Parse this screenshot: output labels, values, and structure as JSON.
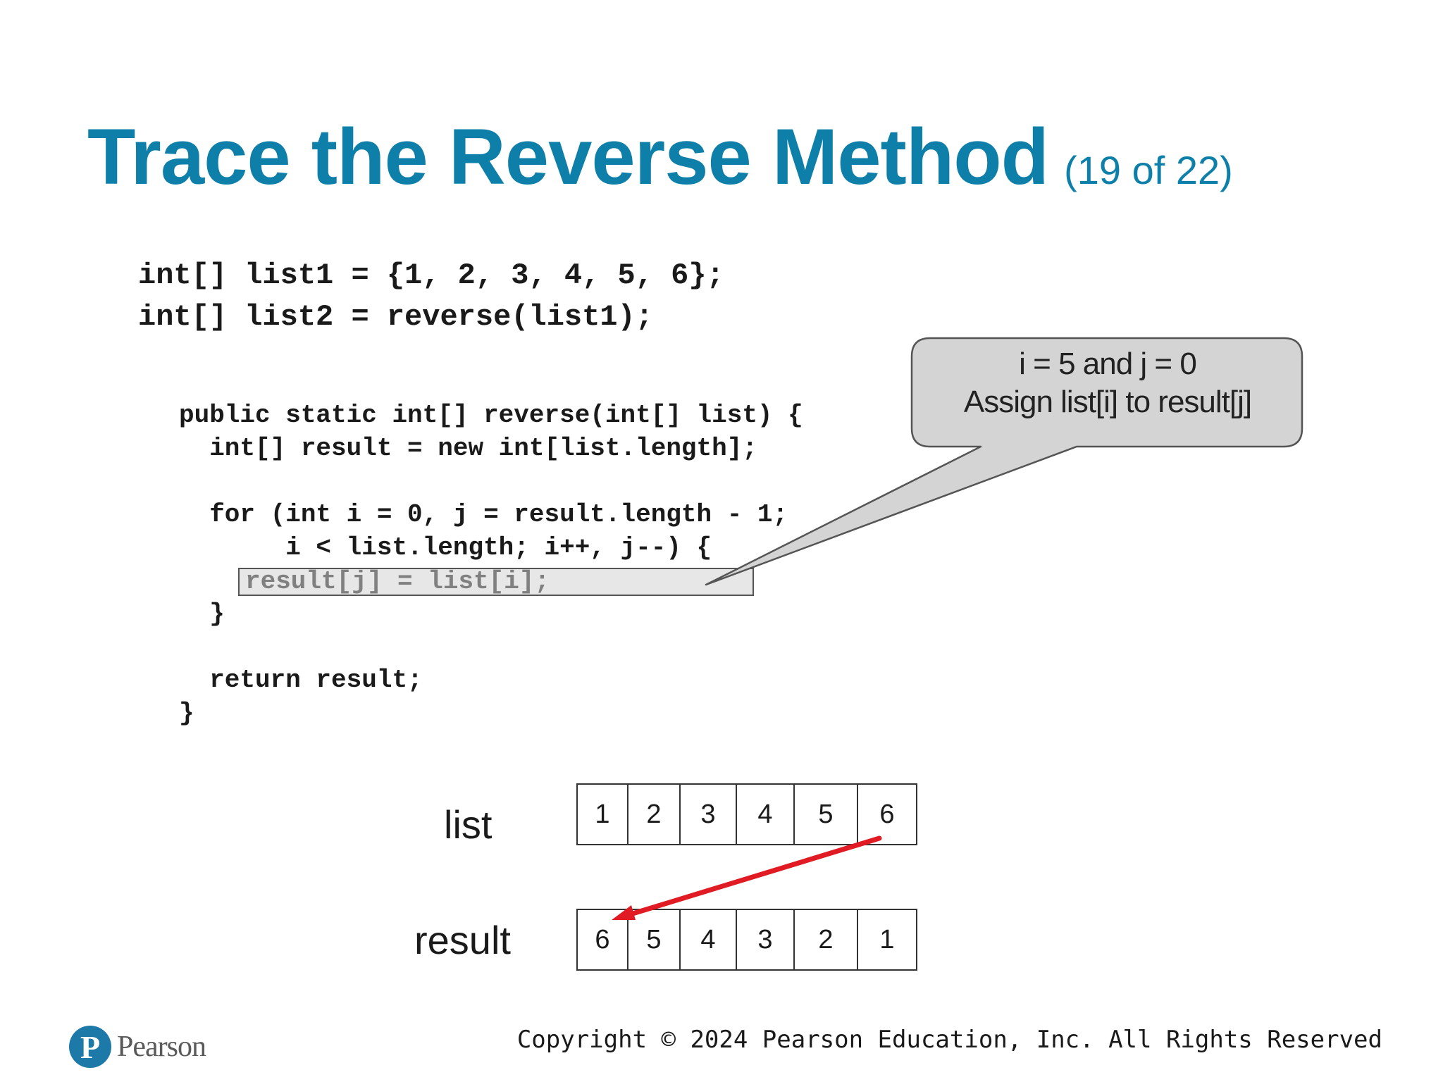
{
  "slide": {
    "title": "Trace the Reverse Method",
    "subtitle": "(19 of 22)"
  },
  "code": {
    "top_lines": [
      "int[] list1 = {1, 2, 3, 4, 5, 6};",
      "int[] list2 = reverse(list1);"
    ],
    "method_lines": [
      "public static int[] reverse(int[] list) {",
      "  int[] result = new int[list.length];",
      "",
      "  for (int i = 0, j = result.length - 1;",
      "       i < list.length; i++, j--) {",
      "",
      "  }",
      "",
      "  return result;",
      "}"
    ],
    "highlighted_line": "result[j] = list[i];"
  },
  "callout": {
    "line1": "i = 5 and j = 0",
    "line2": "Assign list[i] to result[j]"
  },
  "arrays": {
    "list_label": "list",
    "list_values": [
      "1",
      "2",
      "3",
      "4",
      "5",
      "6"
    ],
    "result_label": "result",
    "result_values": [
      "6",
      "5",
      "4",
      "3",
      "2",
      "1"
    ]
  },
  "colors": {
    "title": "#0e7fa8",
    "arrow": "#e01b24",
    "callout_fill": "#d4d4d4"
  },
  "footer": {
    "logo_letter": "P",
    "logo_text": "Pearson",
    "copyright": "Copyright © 2024 Pearson Education, Inc. All Rights Reserved"
  }
}
